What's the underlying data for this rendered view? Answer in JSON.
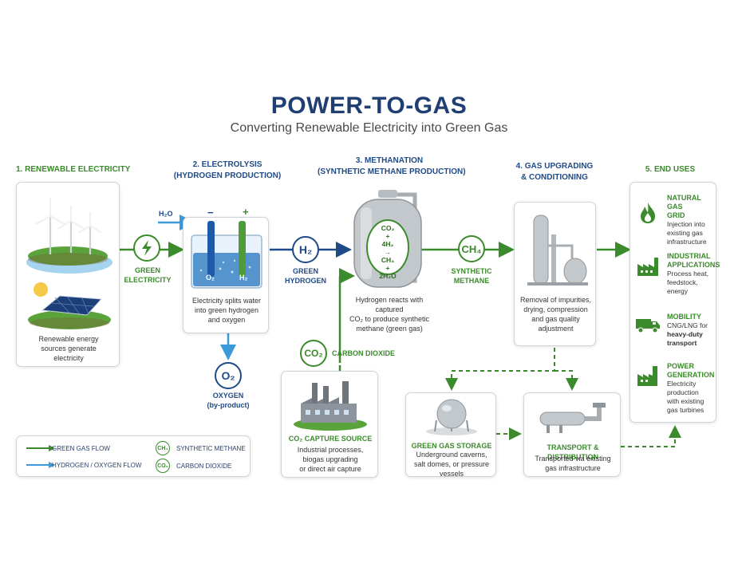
{
  "header": {
    "title": "POWER-TO-GAS",
    "subtitle": "Converting Renewable Electricity into Green Gas"
  },
  "steps": {
    "s1": "1. RENEWABLE ELECTRICITY",
    "s2_line1": "2. ELECTROLYSIS",
    "s2_line2": "(HYDROGEN PRODUCTION)",
    "s3_line1": "3. METHANATION",
    "s3_line2": "(SYNTHETIC METHANE PRODUCTION)",
    "s4_line1": "4. GAS UPGRADING",
    "s4_line2": "& CONDITIONING",
    "s5": "5. END USES"
  },
  "renewable": {
    "desc_line1": "Renewable energy",
    "desc_line2": "sources generate",
    "desc_line3": "electricity"
  },
  "green_electricity": {
    "line1": "GREEN",
    "line2": "ELECTRICITY"
  },
  "electrolysis": {
    "h2o": "H₂O",
    "minus": "−",
    "plus": "+",
    "o2": "O₂",
    "h2": "H₂",
    "desc_line1": "Electricity splits water",
    "desc_line2": "into green hydrogen",
    "desc_line3": "and oxygen"
  },
  "oxygen": {
    "symbol": "O₂",
    "line1": "OXYGEN",
    "line2": "(by-product)"
  },
  "green_hydrogen": {
    "symbol": "H₂",
    "line1": "GREEN",
    "line2": "HYDROGEN"
  },
  "methanation": {
    "eq_co2": "CO₂",
    "eq_plus1": "+",
    "eq_4h2": "4H₂",
    "eq_arrow": "→",
    "eq_ch4": "CH₄",
    "eq_plus2": "+",
    "eq_2h2o": "2H₂O",
    "desc_line1": "Hydrogen reacts with captured",
    "desc_line2": "CO₂ to produce synthetic",
    "desc_line3": "methane (green gas)"
  },
  "carbon_dioxide": {
    "symbol": "CO₂",
    "label": "CARBON DIOXIDE"
  },
  "co2_source": {
    "title": "CO₂ CAPTURE SOURCE",
    "desc_line1": "Industrial processes,",
    "desc_line2": "biogas upgrading",
    "desc_line3": "or direct air capture"
  },
  "synthetic_methane": {
    "symbol": "CH₄",
    "line1": "SYNTHETIC",
    "line2": "METHANE"
  },
  "upgrading": {
    "desc_line1": "Removal of impurities,",
    "desc_line2": "drying, compression",
    "desc_line3": "and gas quality",
    "desc_line4": "adjustment"
  },
  "storage": {
    "title": "GREEN GAS STORAGE",
    "desc_line1": "Underground caverns,",
    "desc_line2": "salt domes, or pressure",
    "desc_line3": "vessels"
  },
  "transport": {
    "title": "TRANSPORT & DISTRIBUTION",
    "desc_line1": "Transported via existing",
    "desc_line2": "gas infrastructure"
  },
  "end_uses": [
    {
      "head_line1": "NATURAL GAS",
      "head_line2": "GRID",
      "text_line1": "Injection into",
      "text_line2": "existing gas",
      "text_line3": "infrastructure",
      "icon": "flame-icon"
    },
    {
      "head_line1": "INDUSTRIAL",
      "head_line2": "APPLICATIONS",
      "text_line1": "Process heat,",
      "text_line2": "feedstock,",
      "text_line3": "energy",
      "icon": "factory-icon"
    },
    {
      "head_line1": "MOBILITY",
      "head_line2": "",
      "text_line1": "CNG/LNG for",
      "text_line2": "heavy-duty",
      "text_line3": "transport",
      "icon": "truck-icon"
    },
    {
      "head_line1": "POWER",
      "head_line2": "GENERATION",
      "text_line1": "Electricity",
      "text_line2": "production",
      "text_line3": "with existing",
      "text_line4": "gas turbines",
      "icon": "power-plant-icon"
    }
  ],
  "legend": {
    "green_flow": "GREEN GAS FLOW",
    "h2_o2_flow": "HYDROGEN / OXYGEN FLOW",
    "ch4_symbol": "CH₄",
    "ch4_label": "SYNTHETIC METHANE",
    "co2_symbol": "CO₂",
    "co2_label": "CARBON DIOXIDE"
  },
  "colors": {
    "green": "#3b8a2b",
    "navy": "#1f4a87",
    "title_navy": "#1f3f73",
    "light_blue": "#3b9ad9"
  }
}
